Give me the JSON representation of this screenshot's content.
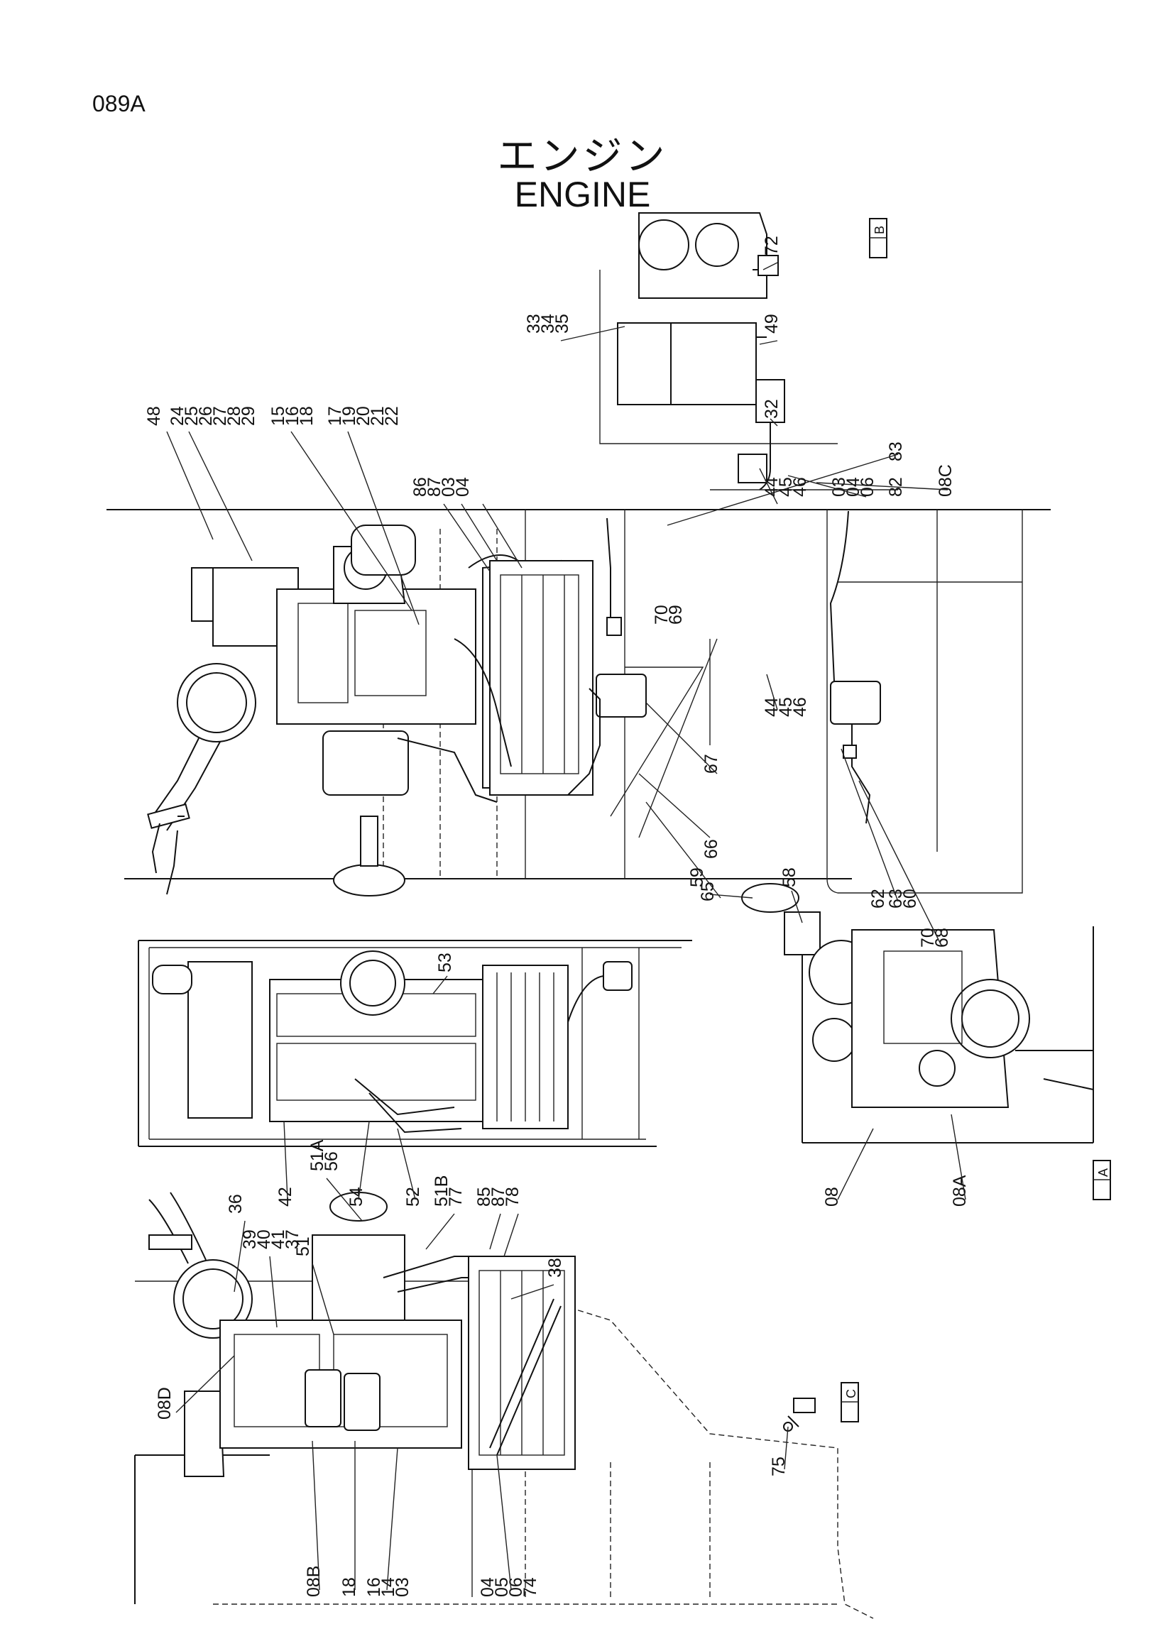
{
  "page_code": "089A",
  "title_jp": "エンジン",
  "title_en": "ENGINE",
  "view_refs": [
    "B",
    "A",
    "C"
  ],
  "view_top": {
    "labels": [
      "48",
      "24",
      "25",
      "26",
      "27",
      "28",
      "29",
      "15",
      "16",
      "18",
      "17",
      "19",
      "20",
      "21",
      "22",
      "86",
      "87",
      "03",
      "04",
      "66",
      "70",
      "69",
      "67",
      "65",
      "03",
      "04",
      "06",
      "08C",
      "82",
      "83",
      "62",
      "63",
      "60",
      "70",
      "68"
    ]
  },
  "view_top_right": {
    "labels": [
      "33",
      "34",
      "35",
      "72",
      "49",
      "32",
      "44",
      "45",
      "46",
      "44",
      "45",
      "46"
    ]
  },
  "view_middle": {
    "labels": [
      "53",
      "42",
      "54",
      "52",
      "59",
      "58",
      "08",
      "08A"
    ]
  },
  "view_bottom": {
    "labels": [
      "36",
      "39",
      "40",
      "41",
      "37",
      "51",
      "51A",
      "56",
      "51B",
      "77",
      "85",
      "87",
      "78",
      "38",
      "08D",
      "08B",
      "18",
      "16",
      "14",
      "03",
      "04",
      "05",
      "06",
      "74",
      "75"
    ]
  }
}
